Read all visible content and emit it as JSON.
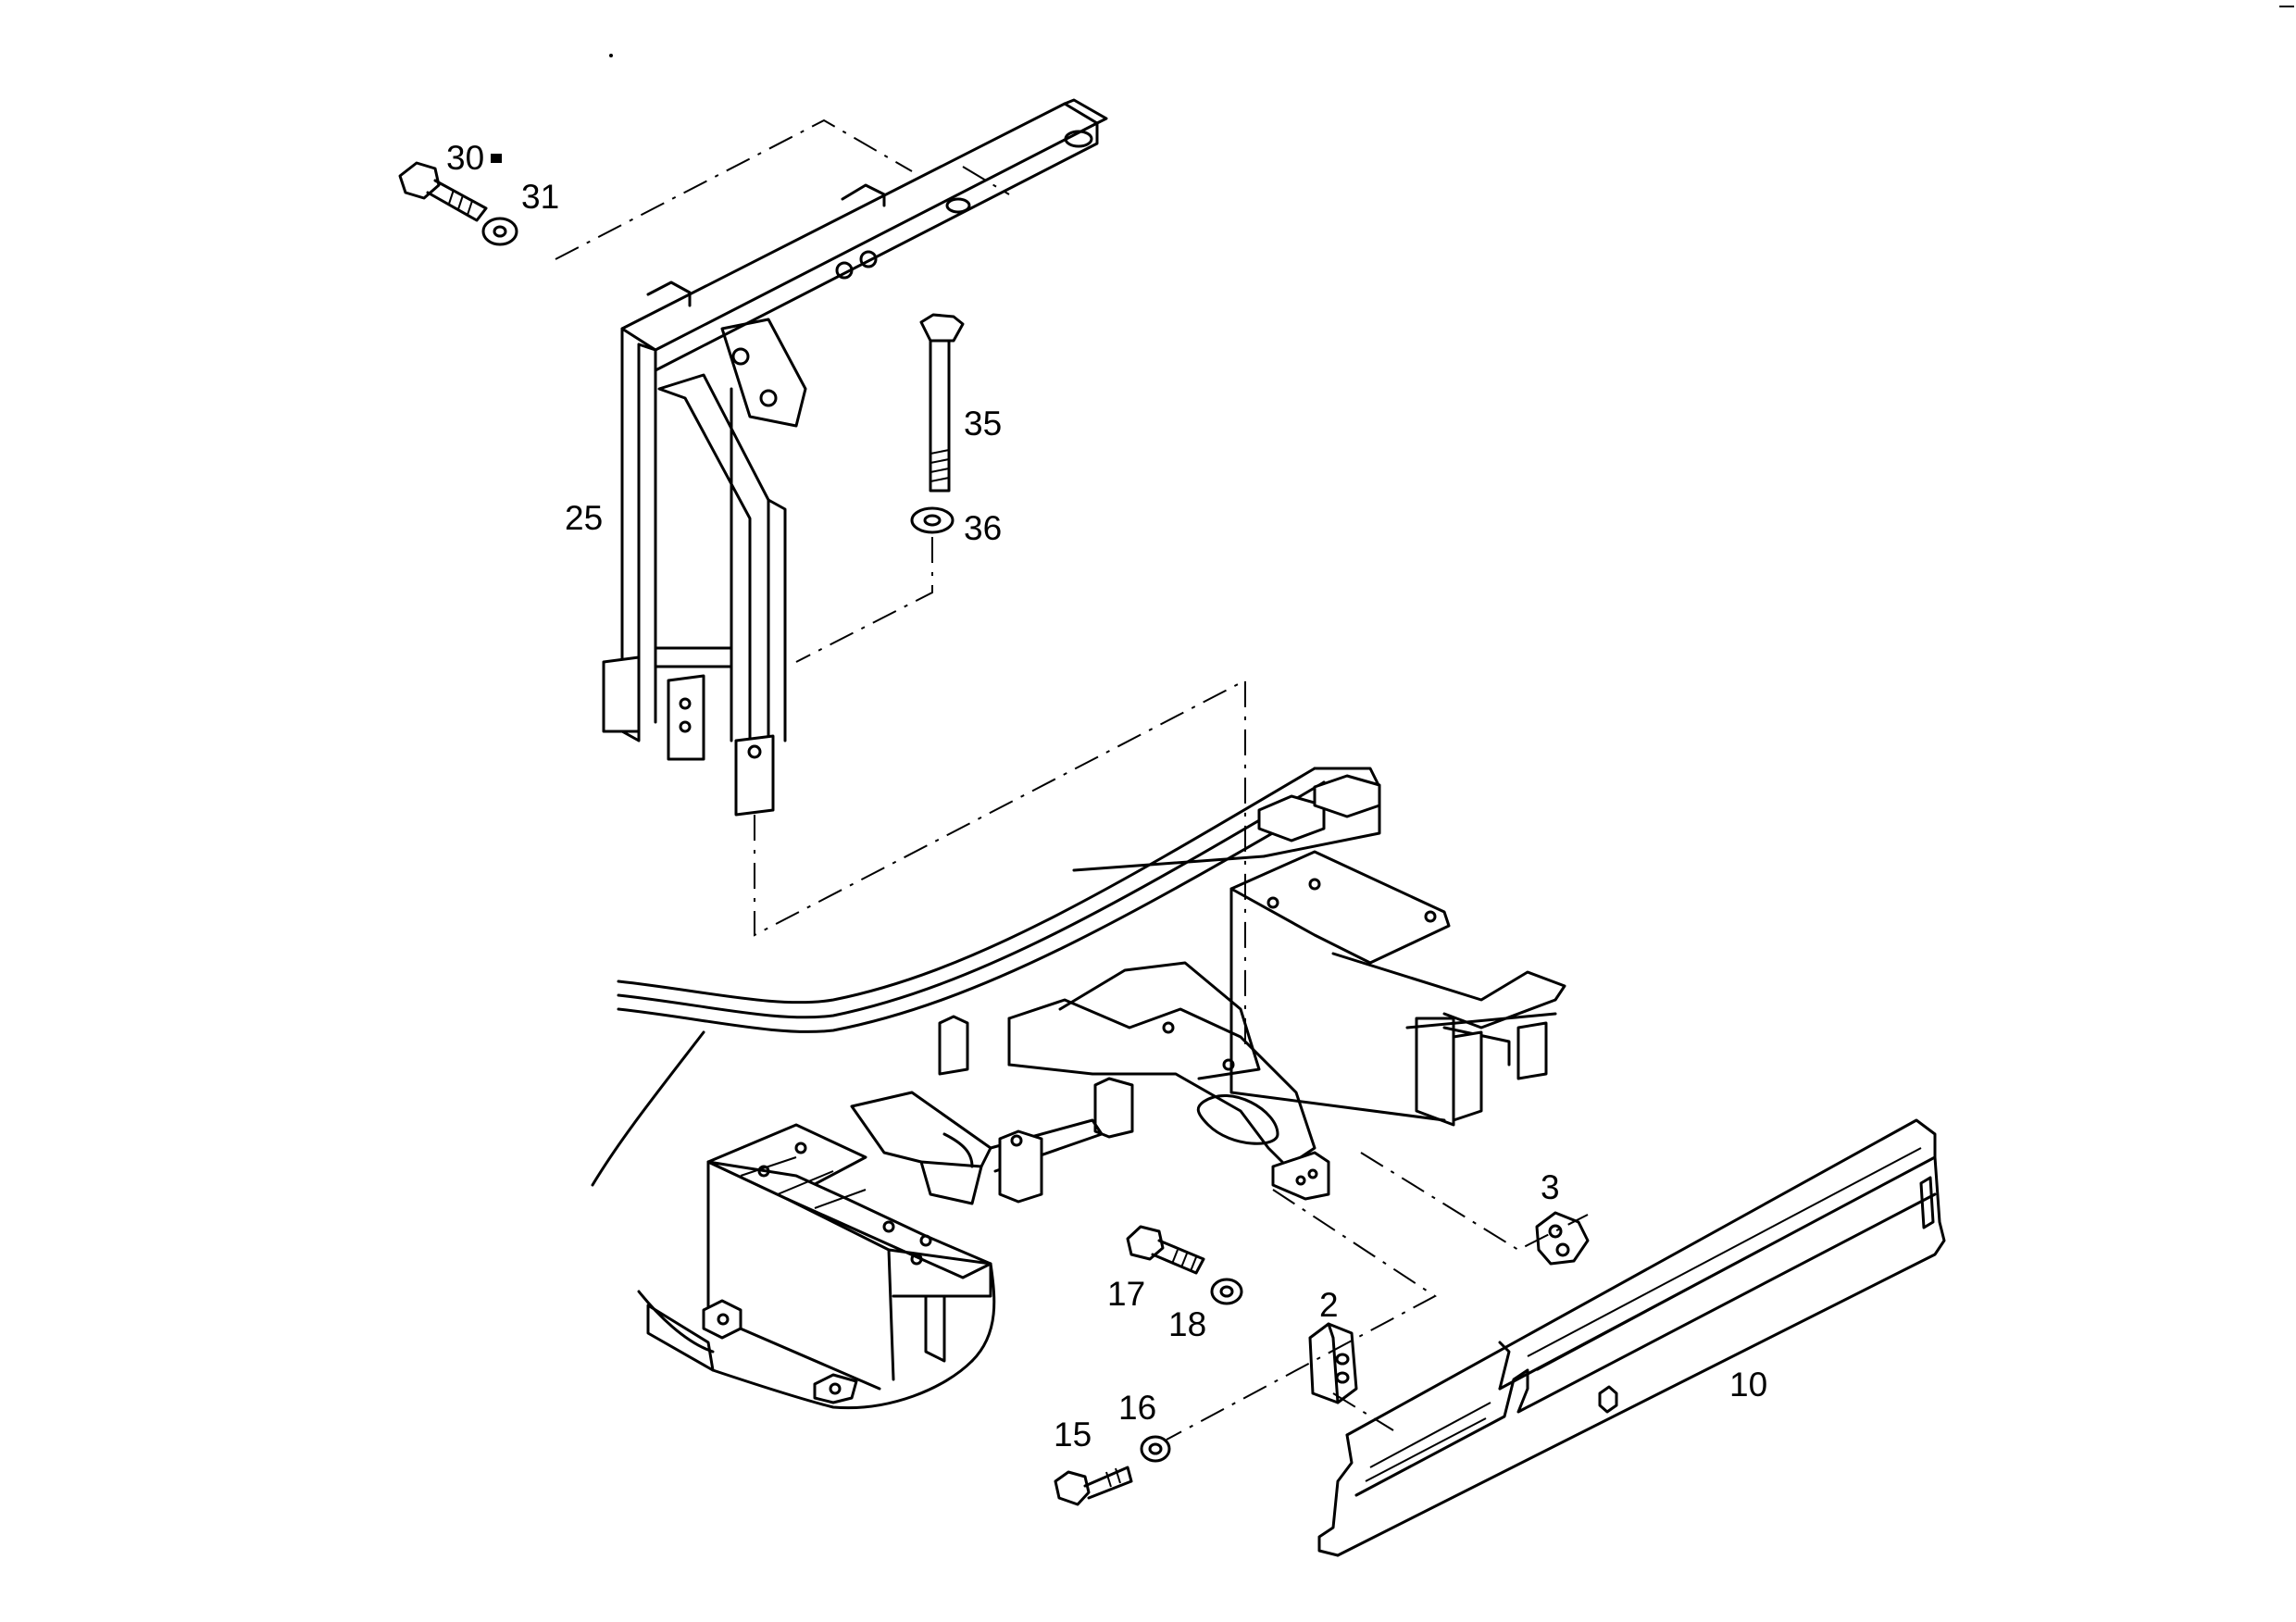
{
  "callouts": {
    "p30": "30",
    "p31": "31",
    "p35": "35",
    "p36": "36",
    "p25": "25",
    "p3": "3",
    "p17": "17",
    "p18": "18",
    "p2": "2",
    "p16": "16",
    "p15": "15",
    "p10": "10"
  }
}
